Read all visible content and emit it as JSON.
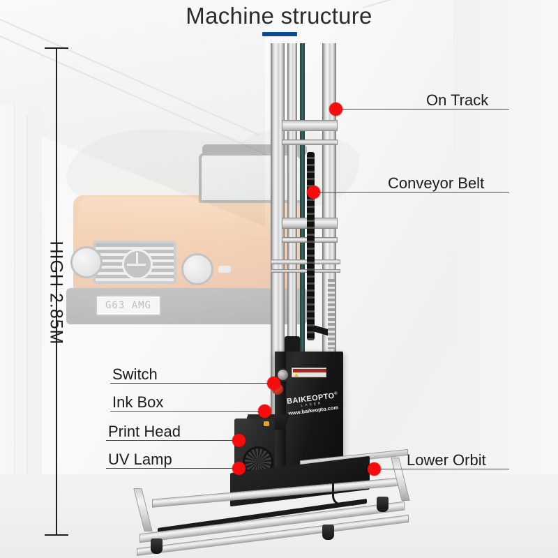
{
  "title": "Machine structure",
  "accent_color": "#0a4a94",
  "dot_color": "#f50d0d",
  "dimension": {
    "label": "HIGH 2.85M"
  },
  "machine_brand": {
    "name": "BAIKEOPTO",
    "registered_mark": "®",
    "subtitle": "LASER",
    "website": "www.baikeopto.com"
  },
  "background_vehicle": {
    "license_plate": "G63 AMG"
  },
  "callouts": [
    {
      "id": "on-track",
      "label": "On Track",
      "side": "right"
    },
    {
      "id": "conveyor-belt",
      "label": "Conveyor Belt",
      "side": "right"
    },
    {
      "id": "lower-orbit",
      "label": "Lower Orbit",
      "side": "right"
    },
    {
      "id": "switch",
      "label": "Switch",
      "side": "left"
    },
    {
      "id": "ink-box",
      "label": "Ink Box",
      "side": "left"
    },
    {
      "id": "print-head",
      "label": "Print Head",
      "side": "left"
    },
    {
      "id": "uv-lamp",
      "label": "UV Lamp",
      "side": "left"
    }
  ]
}
